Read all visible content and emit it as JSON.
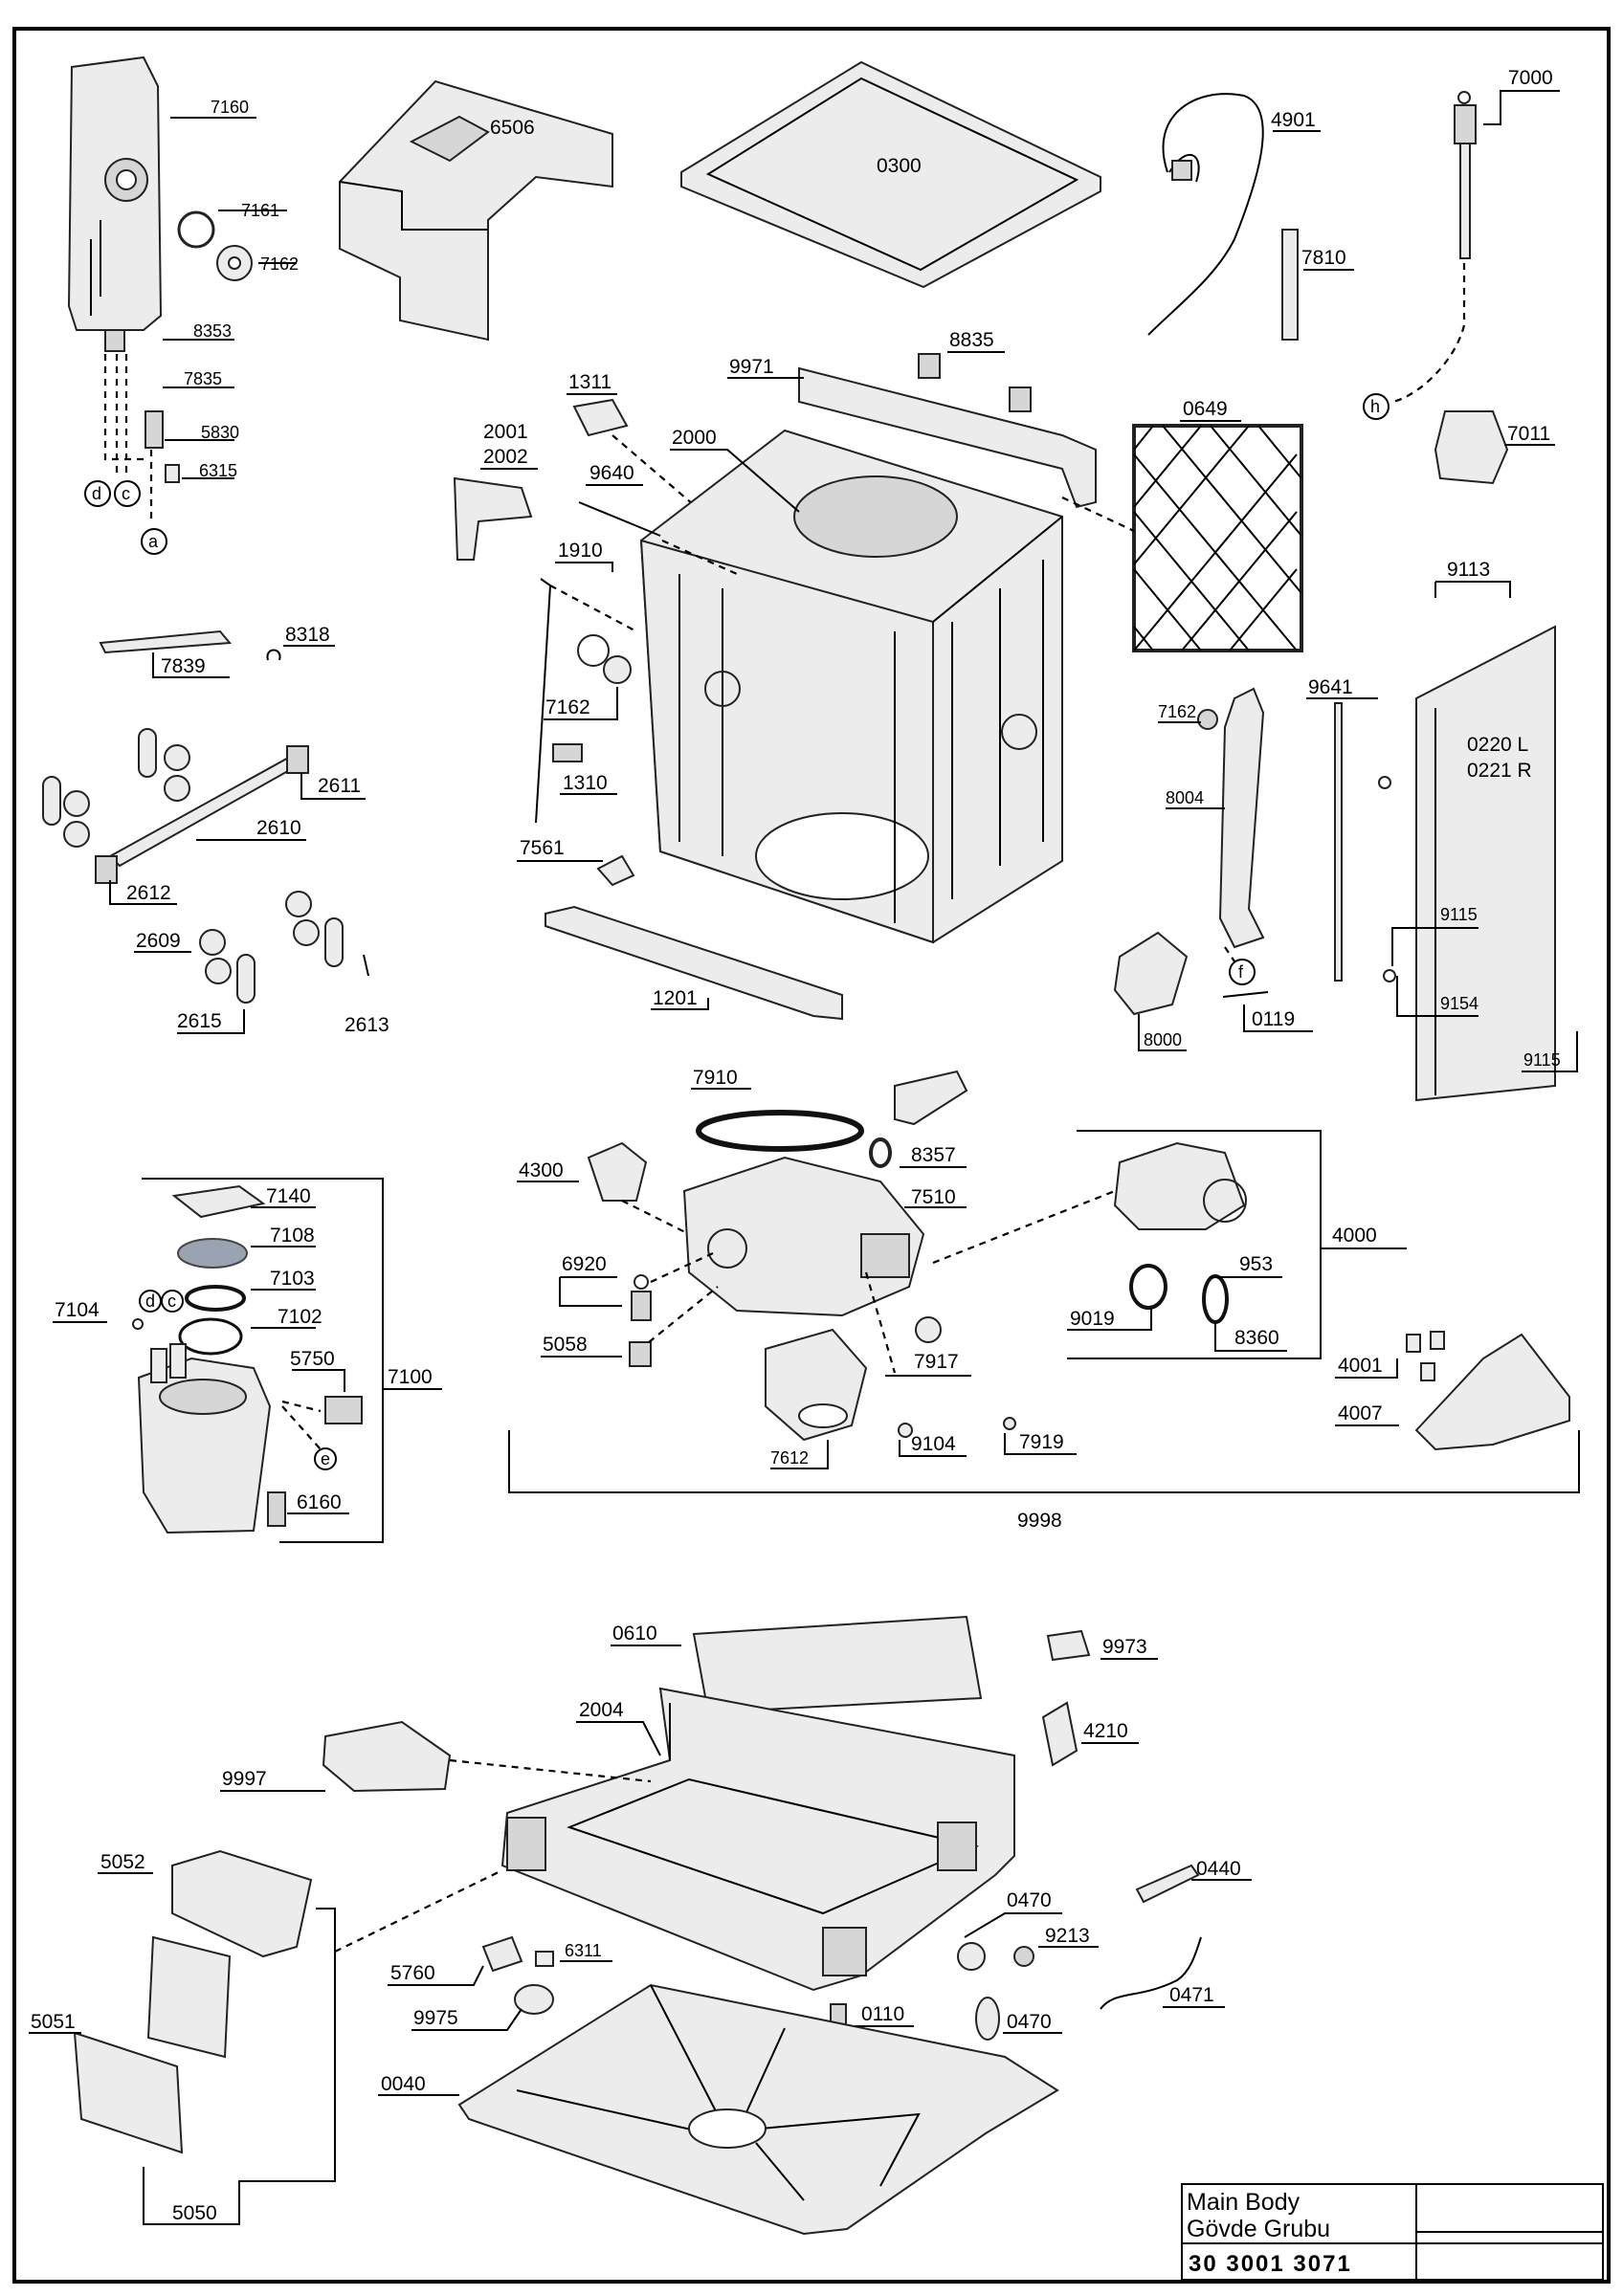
{
  "title_block": {
    "title_en": "Main Body",
    "title_tr": "Gövde Grubu",
    "drawing_no": "30 3001 3071"
  },
  "labels": {
    "p7160": "7160",
    "p7161": "7161",
    "p7162a": "7162",
    "p8353": "8353",
    "p7835": "7835",
    "p5830": "5830",
    "p6315": "6315",
    "p6506": "6506",
    "p0300": "0300",
    "p4901": "4901",
    "p7810": "7810",
    "p7000": "7000",
    "p7011": "7011",
    "p8835": "8835",
    "p9971": "9971",
    "p1311": "1311",
    "p2001": "2001",
    "p2002": "2002",
    "p2000": "2000",
    "p9640": "9640",
    "p0649": "0649",
    "p1910": "1910",
    "p9113": "9113",
    "p7162b": "7162",
    "p1310": "1310",
    "p7561": "7561",
    "p7839": "7839",
    "p8318": "8318",
    "p2611": "2611",
    "p2610": "2610",
    "p2612": "2612",
    "p2609": "2609",
    "p2615": "2615",
    "p2613": "2613",
    "p1201": "1201",
    "p7162c": "7162",
    "p8004": "8004",
    "p9641": "9641",
    "p0220": "0220 L",
    "p0221": "0221 R",
    "p9115a": "9115",
    "p9154": "9154",
    "p9115b": "9115",
    "p8000": "8000",
    "p0119": "0119",
    "p7910": "7910",
    "p8357": "8357",
    "p4300": "4300",
    "p7510": "7510",
    "p4000": "4000",
    "p6920": "6920",
    "p953": "953",
    "p9019": "9019",
    "p8360": "8360",
    "p5058": "5058",
    "p7917": "7917",
    "p4001": "4001",
    "p4007": "4007",
    "p7612": "7612",
    "p9104": "9104",
    "p7919": "7919",
    "p9998": "9998",
    "p7140": "7140",
    "p7108": "7108",
    "p7103": "7103",
    "p7104": "7104",
    "p7102": "7102",
    "p5750": "5750",
    "p7100": "7100",
    "p6160": "6160",
    "p0610": "0610",
    "p9973": "9973",
    "p2004": "2004",
    "p4210": "4210",
    "p9997": "9997",
    "p5052": "5052",
    "p0440": "0440",
    "p0470a": "0470",
    "p9213": "9213",
    "p5760": "5760",
    "p6311": "6311",
    "p0471": "0471",
    "p5051": "5051",
    "p9975": "9975",
    "p0110": "0110",
    "p0470b": "0470",
    "p0040": "0040",
    "p5050": "5050"
  },
  "markers": {
    "a": "a",
    "c": "c",
    "d": "d",
    "h": "h",
    "f": "f",
    "c2": "c",
    "d2": "d",
    "e": "e"
  }
}
